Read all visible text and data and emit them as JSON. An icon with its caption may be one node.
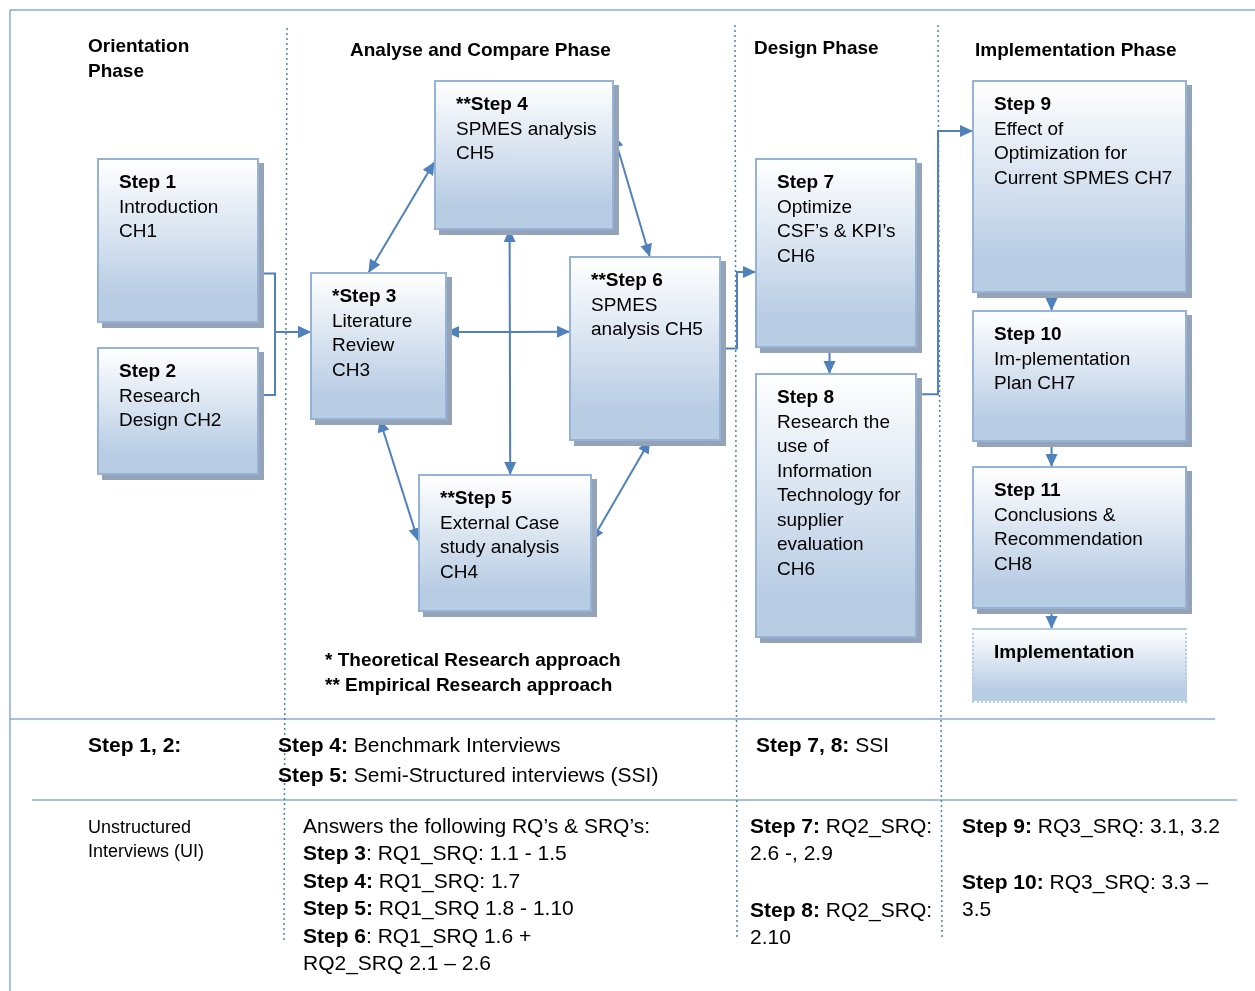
{
  "diagram": {
    "nodes": [
      {
        "text": [
          "Step 1",
          "Introduction CH1"
        ]
      },
      {
        "text": [
          "Step 2",
          "Research Design CH2"
        ]
      },
      {
        "text": [
          "*Step 3",
          "Literature Review CH3"
        ]
      },
      {
        "text": [
          "**Step 4",
          "SPMES analysis CH5"
        ]
      },
      {
        "text": [
          "**Step 5",
          "External Case study analysis CH4"
        ]
      },
      {
        "text": [
          "**Step 6",
          "SPMES analysis CH5"
        ]
      },
      {
        "text": [
          "Step 7",
          "Optimize CSF’s & KPI’s CH6"
        ]
      },
      {
        "text": [
          "Step 8",
          "Research the use of Information Technology for supplier evaluation CH6"
        ]
      },
      {
        "text": [
          "Step 9",
          "Effect of Optimization for Current SPMES CH7"
        ]
      },
      {
        "text": [
          "Step 10",
          "Im-plementation Plan CH7"
        ]
      },
      {
        "text": [
          "Step 11",
          "Conclusions & Recommendation CH8"
        ]
      },
      {
        "text": [
          "Implementation"
        ]
      }
    ],
    "edges": [
      {
        "from": 0,
        "to": 2,
        "arrow": "to"
      },
      {
        "from": 1,
        "to": 2,
        "arrow": "to"
      },
      {
        "from": 2,
        "to": 3,
        "arrow": "both"
      },
      {
        "from": 3,
        "to": 5,
        "arrow": "both"
      },
      {
        "from": 2,
        "to": 4,
        "arrow": "both"
      },
      {
        "from": 4,
        "to": 5,
        "arrow": "both"
      },
      {
        "from": 2,
        "to": 5,
        "arrow": "both"
      },
      {
        "from": 3,
        "to": 4,
        "arrow": "both"
      },
      {
        "from": 5,
        "to": 6,
        "arrow": "to"
      },
      {
        "from": 6,
        "to": 7,
        "arrow": "to"
      },
      {
        "from": 7,
        "to": 8,
        "arrow": "to"
      },
      {
        "from": 8,
        "to": 9,
        "arrow": "to"
      },
      {
        "from": 9,
        "to": 10,
        "arrow": "to"
      },
      {
        "from": 10,
        "to": 11,
        "arrow": "to"
      }
    ],
    "labels": [
      "Orientation Phase",
      "Analyse and Compare Phase",
      "Design Phase",
      "Implementation Phase",
      "* Theoretical Research approach",
      "** Empirical Research approach",
      "Step 1, 2:",
      "**Step 4:** Benchmark Interviews",
      "**Step 7, 8:**  SSI",
      "**Step 5:** Semi-Structured interviews (SSI)",
      "Unstructured Interviews (UI)",
      "Answers the following RQ’s & SRQ’s:",
      "**Step 7:** RQ2_SRQ: 2.6 -, 2.9",
      "**Step 9:** RQ3_SRQ: 3.1, 3.2",
      "**Step 3**: RQ1_SRQ: 1.1 - 1.5",
      "**Step 4:** RQ1_SRQ: 1.7",
      "**Step 10:** RQ3_SRQ: 3.3 – 3.5",
      "**Step 5:** RQ1_SRQ 1.8 - 1.10",
      "**Step 8:** RQ2_SRQ: 2.10",
      "**Step 6**: RQ1_SRQ 1.6 + RQ2_SRQ 2.1 – 2.6"
    ]
  }
}
